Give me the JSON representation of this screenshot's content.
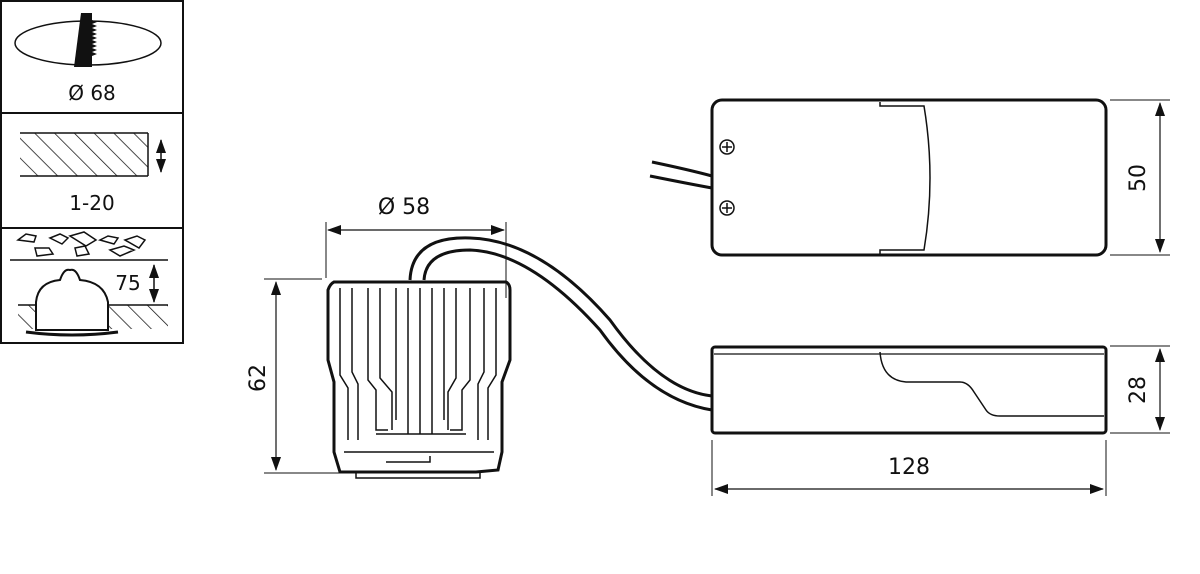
{
  "legend": {
    "cutout": {
      "label": "Ø 68"
    },
    "ceiling_thickness": {
      "label": "1-20"
    },
    "recess_depth": {
      "label": "75"
    }
  },
  "lamp": {
    "diameter_label": "Ø 58",
    "height_label": "62"
  },
  "driver": {
    "width_label": "50",
    "height_label": "28",
    "length_label": "128"
  },
  "colors": {
    "line": "#111111",
    "background": "#ffffff"
  }
}
